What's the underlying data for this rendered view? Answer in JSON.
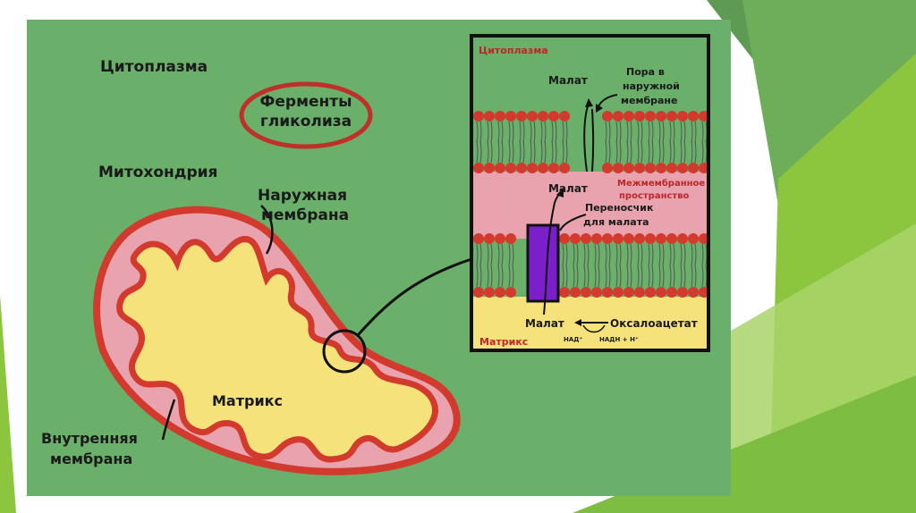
{
  "labels": {
    "cytoplasm": "Цитоплазма",
    "glycolysis_line1": "Ферменты",
    "glycolysis_line2": "гликолиза",
    "mitochondrion": "Митохондрия",
    "outer_membrane_line1": "Наружная",
    "outer_membrane_line2": "мембрана",
    "matrix": "Матрикс",
    "inner_membrane_line1": "Внутренняя",
    "inner_membrane_line2": "мембрана"
  },
  "inset": {
    "cytoplasm": "Цитоплазма",
    "malate_top": "Малат",
    "pore_line1": "Пора в",
    "pore_line2": "наружной",
    "pore_line3": "мембране",
    "malate_mid": "Малат",
    "intermembrane_line1": "Межмембранное",
    "intermembrane_line2": "пространство",
    "carrier_line1": "Переносчик",
    "carrier_line2": "для малата",
    "malate_bottom": "Малат",
    "oxaloacetate": "Оксалоацетат",
    "nad": "НАД⁺",
    "nadh": "НАДН + Н⁺",
    "matrix": "Матрикс"
  },
  "colors": {
    "background": "#6aaf6a",
    "membrane_red": "#d23a2e",
    "intermembrane_pink": "#e8a3ae",
    "matrix_yellow": "#f6e27a",
    "carrier_purple": "#7a1fc9",
    "accent_green": "#8bc34a"
  }
}
